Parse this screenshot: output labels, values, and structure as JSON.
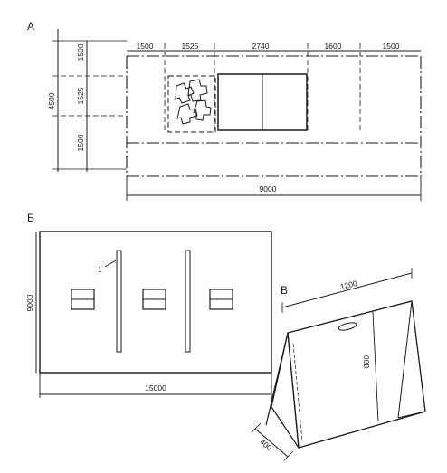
{
  "panels": {
    "a": {
      "letter": "А",
      "dims_top": [
        "1500",
        "1525",
        "2740",
        "1600",
        "1500"
      ],
      "dims_left": [
        "1500",
        "1525",
        "1500"
      ],
      "overall_height": "4500",
      "overall_width": "9000"
    },
    "b": {
      "letter": "Б",
      "callout": "1",
      "height": "9000",
      "width": "15000"
    },
    "c": {
      "letter": "В",
      "width": "1200",
      "height": "800",
      "depth": "400"
    }
  },
  "colors": {
    "ink": "#1a1a1a",
    "paper": "#ffffff"
  }
}
